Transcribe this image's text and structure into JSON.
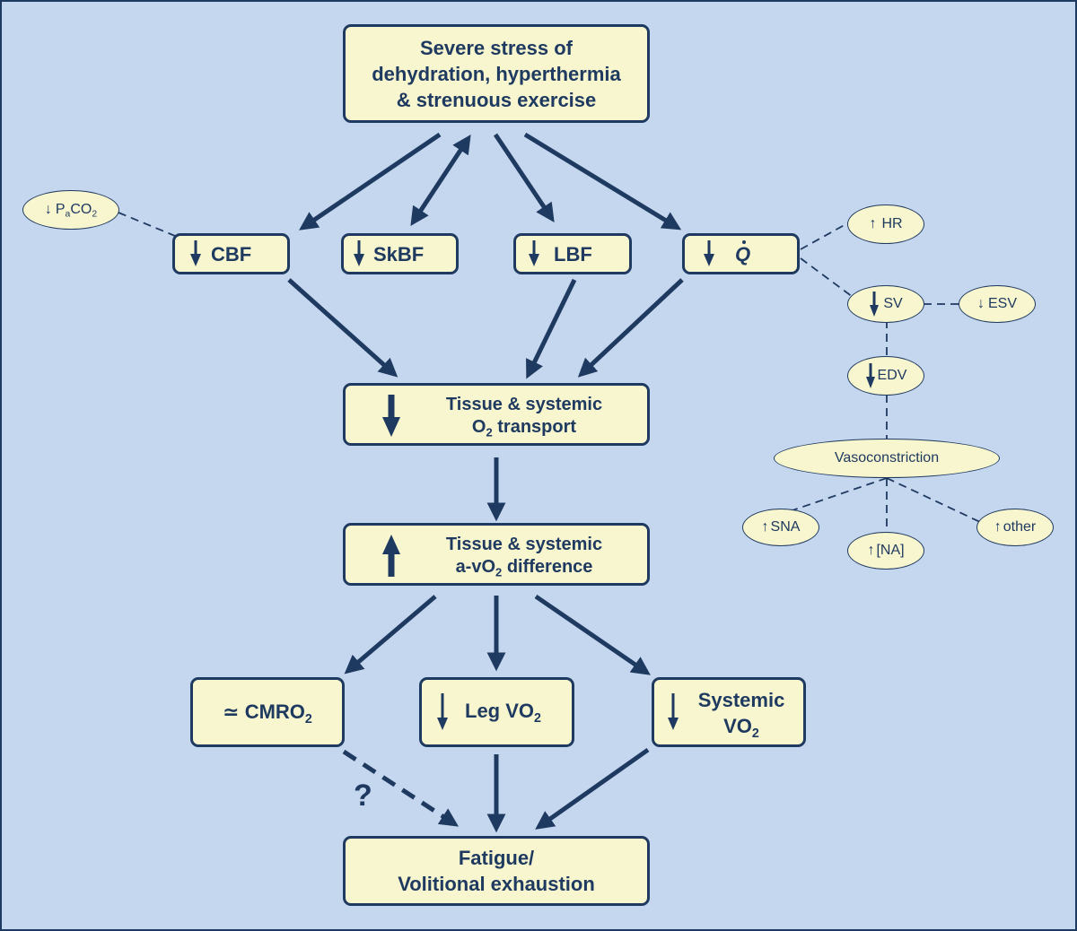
{
  "colors": {
    "background": "#c5d7ee",
    "box_fill": "#f8f6cf",
    "ink": "#1f3a60"
  },
  "top": {
    "lines": [
      "Severe stress of",
      "dehydration, hyperthermia",
      "& strenuous exercise"
    ]
  },
  "flows": {
    "cbf": {
      "arrow": "down",
      "label": "CBF"
    },
    "skbf": {
      "arrow": "down",
      "label": "SkBF"
    },
    "lbf": {
      "arrow": "down",
      "label": "LBF"
    },
    "q": {
      "arrow": "down",
      "label": "Q"
    }
  },
  "transport": {
    "arrow": "down",
    "line1": "Tissue & systemic",
    "line2_main": "O",
    "line2_sub": "2",
    "line2_rest": " transport"
  },
  "avo2": {
    "arrow": "up",
    "line1": "Tissue & systemic",
    "line2_main": "a-vO",
    "line2_sub": "2",
    "line2_rest": " difference"
  },
  "cmro2": {
    "prefix": "≃",
    "main": "CMRO",
    "sub": "2"
  },
  "leg_vo2": {
    "arrow": "down",
    "main": "Leg VO",
    "sub": "2"
  },
  "systemic_vo2": {
    "arrow": "down",
    "line1": "Systemic",
    "line2_main": "VO",
    "line2_sub": "2"
  },
  "fatigue": {
    "lines": [
      "Fatigue/",
      "Volitional exhaustion"
    ]
  },
  "question_mark": "?",
  "side": {
    "paco2": {
      "arrow": "down",
      "pre": "P",
      "sub": "a",
      "mid": "CO",
      "sub2": "2"
    },
    "hr": {
      "arrow": "up",
      "label": "HR"
    },
    "sv": {
      "arrow": "down",
      "label": "SV"
    },
    "esv": {
      "arrow": "down",
      "label": "ESV"
    },
    "edv": {
      "arrow": "down",
      "label": "EDV"
    },
    "vasoconstriction": {
      "label": "Vasoconstriction"
    },
    "sna": {
      "arrow": "up",
      "label": "SNA"
    },
    "na": {
      "arrow": "up",
      "label": "[NA]"
    },
    "other": {
      "arrow": "up",
      "label": "other"
    }
  }
}
